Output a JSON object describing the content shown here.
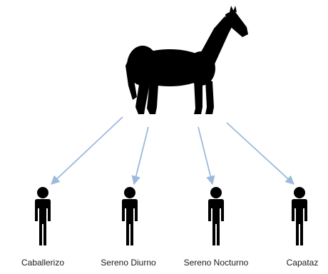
{
  "diagram": {
    "subject": {
      "icon": "horse-icon"
    },
    "roles": [
      {
        "label": "Caballerizo",
        "icon": "person-icon"
      },
      {
        "label": "Sereno Diurno",
        "icon": "person-icon"
      },
      {
        "label": "Sereno Nocturno",
        "icon": "person-icon"
      },
      {
        "label": "Capataz",
        "icon": "person-icon"
      }
    ],
    "colors": {
      "icon": "#000000",
      "arrow": "#9db9dc",
      "text": "#1a1a1a"
    }
  }
}
